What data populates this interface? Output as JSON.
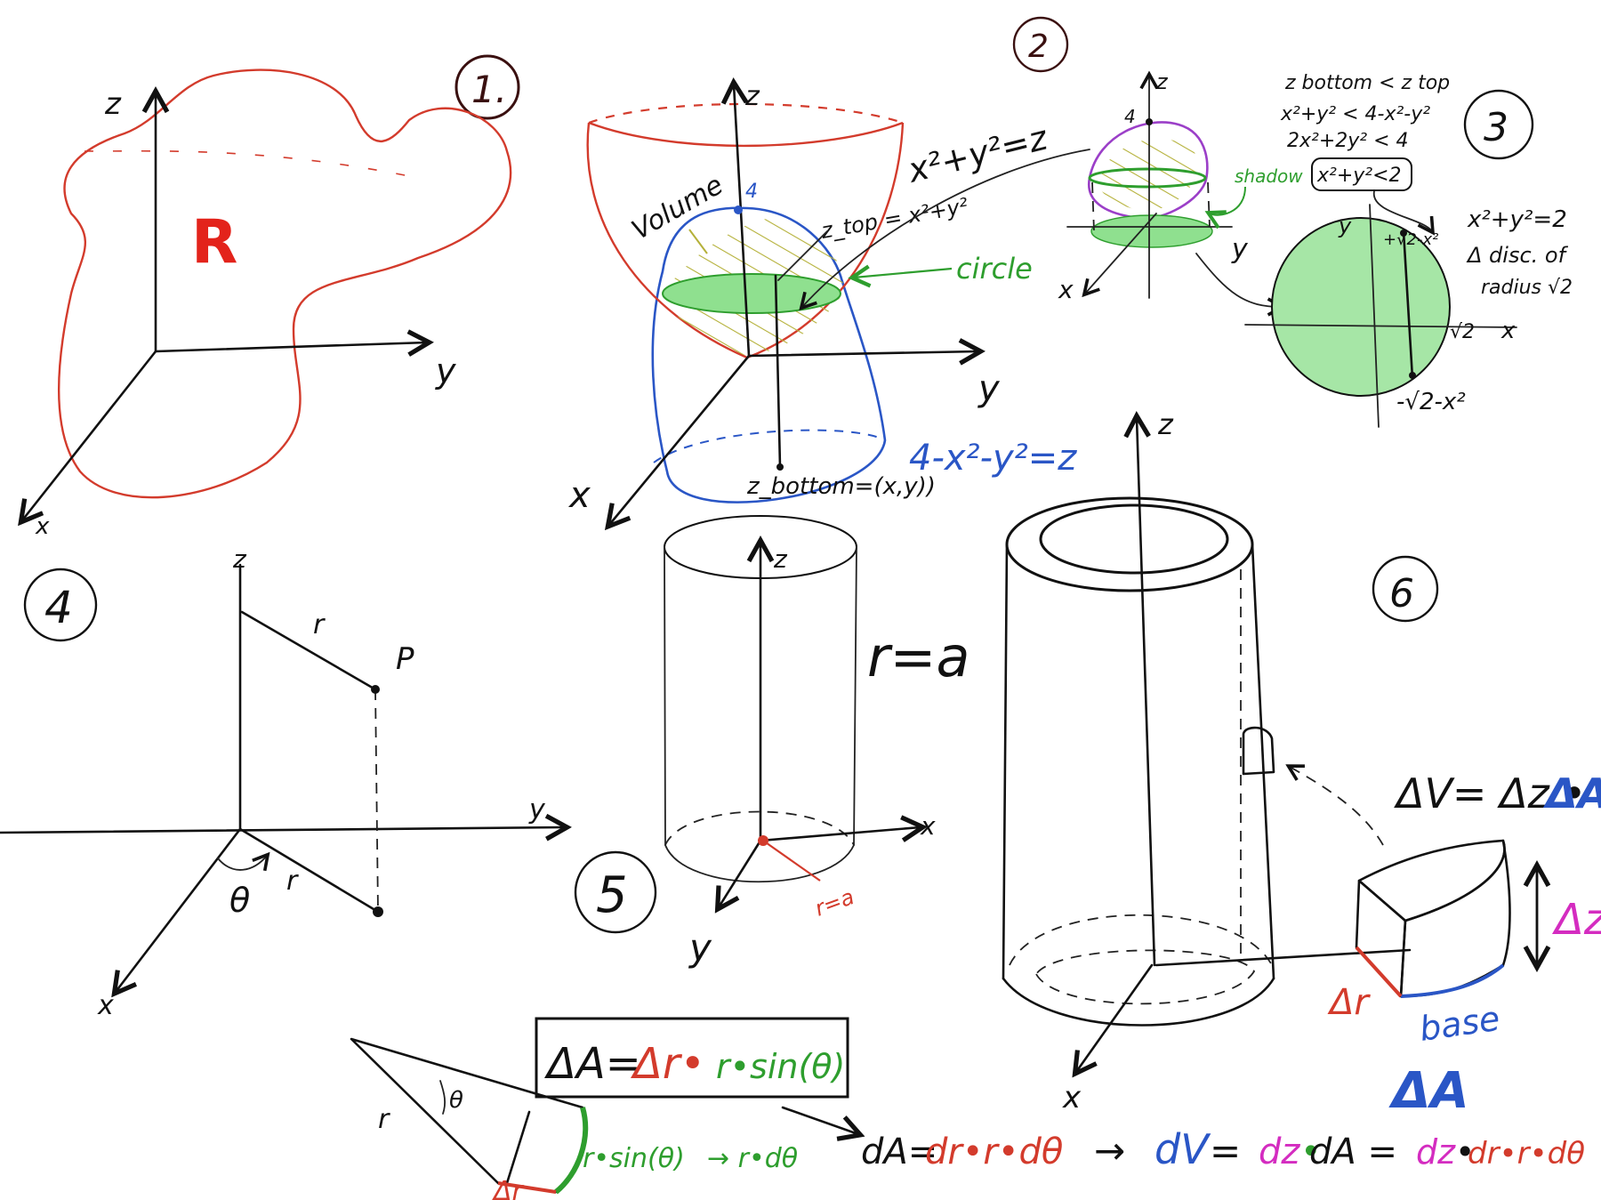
{
  "colors": {
    "ink": "#111111",
    "red": "#d33b2c",
    "blue": "#2a56c6",
    "green": "#2e9e2e",
    "green_fill": "#8fe08f",
    "purple": "#9b3fc8",
    "magenta": "#d42cc0",
    "olive": "#b5b13a"
  },
  "fig1": {
    "number": "1.",
    "region_label": "R",
    "axis_z": "z",
    "axis_y": "y",
    "axis_x": "x"
  },
  "fig2": {
    "number": "2",
    "axis_z": "z",
    "axis_y": "y",
    "axis_x": "x",
    "top_value": "4",
    "volume_label": "Volume",
    "paraboloid_label": "x²+y²=z",
    "ztop_label": "z_top = x²+y²",
    "circle_label": "circle",
    "bottom_surface_label": "4-x²-y²=z",
    "zbottom_label": "z_bottom=(x,y))"
  },
  "fig3": {
    "number": "3",
    "axis_z": "z",
    "axis_y": "y",
    "axis_x": "x",
    "top_value": "4",
    "shadow_label": "shadow",
    "shadow_ineq": "x²+y²<2",
    "eq_lines": [
      "z bottom < z top",
      "x²+y² < 4-x²-y²",
      "2x²+2y² < 4"
    ],
    "disc_eq": "x²+y²=2",
    "disc_desc_1": "Δ disc. of",
    "disc_desc_2": "radius √2",
    "upper_curve": "+√2-x²",
    "lower_curve": "-√2-x²",
    "radius_tick": "√2",
    "disc_axis_y": "y",
    "disc_axis_x": "x"
  },
  "fig4": {
    "number": "4",
    "axis_z": "z",
    "axis_y": "y",
    "axis_x": "x",
    "point": "P",
    "r_top": "r",
    "r_bottom": "r",
    "theta": "θ"
  },
  "fig5": {
    "number": "5",
    "axis_z": "z",
    "axis_y": "y",
    "axis_x": "x",
    "r_eq": "r=a",
    "r_small": "r=a"
  },
  "fig6": {
    "number": "6",
    "axis_z": "z",
    "axis_x": "x",
    "dV_prefix": "ΔV= Δz • ",
    "dV_A": "ΔA",
    "dz_side": "Δz",
    "dr_side": "Δr",
    "base_label": "base",
    "base_area": "ΔA"
  },
  "wedge": {
    "r": "r",
    "theta": "θ",
    "dr": "Δr",
    "arc_part1": "r•sin(θ)",
    "arc_part2": "→ r•dθ"
  },
  "formula_box": {
    "p1": "ΔA=",
    "p2": "Δr•",
    "p3": "r•sin(θ)"
  },
  "bottom_eq": {
    "dA_1": "dA=",
    "dA_2": "dr•r•dθ",
    "arrow": "→",
    "dV_1": "dV",
    "dV_2": " = ",
    "dV_3": "dz",
    "dV_4": "•",
    "dV_5": " dA = ",
    "dV_6": "dz",
    "dV_7": "•",
    "dV_8": "dr•r•dθ"
  }
}
